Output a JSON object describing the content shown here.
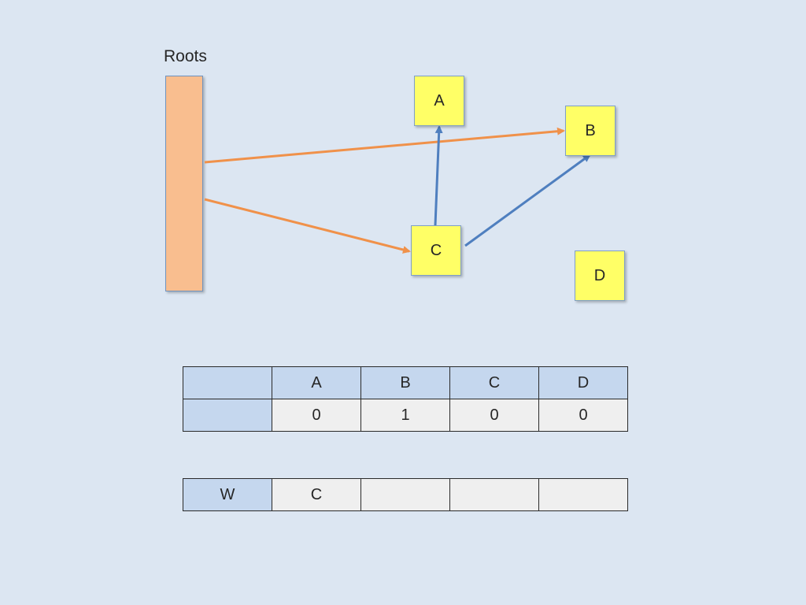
{
  "roots": {
    "label": "Roots"
  },
  "nodes": {
    "a": "A",
    "b": "B",
    "c": "C",
    "d": "D"
  },
  "mark_table": {
    "header_label": "",
    "columns": [
      "A",
      "B",
      "C",
      "D"
    ],
    "row_label": "",
    "values": [
      "0",
      "1",
      "0",
      "0"
    ]
  },
  "worklist": {
    "label": "W",
    "items": [
      "C",
      "",
      "",
      ""
    ]
  },
  "colors": {
    "roots_edge": "#f0914a",
    "node_edge": "#4f7fbf",
    "node_fill": "#ffff66",
    "roots_fill": "#f9be8f",
    "background": "#dce6f2"
  }
}
